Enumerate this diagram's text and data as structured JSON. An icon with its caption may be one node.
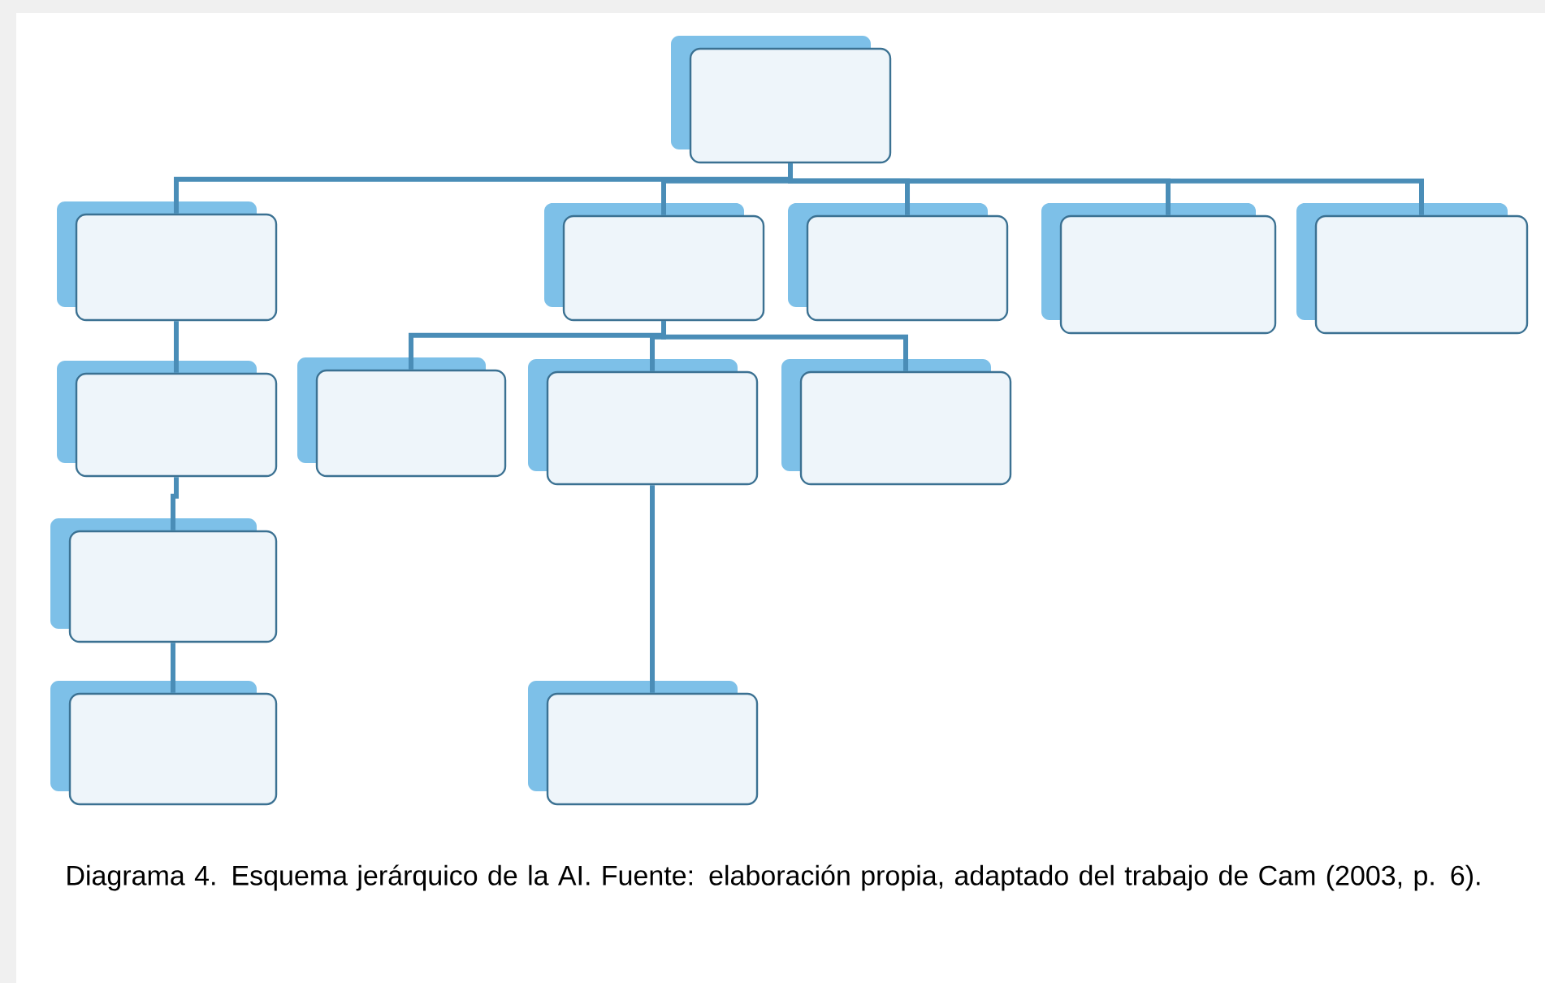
{
  "diagram": {
    "caption": "Diagrama 4. Esquema jerárquico de la AI. Fuente: elaboración propia, adaptado del trabajo de Cam (2003, p. 6).",
    "nodes": [
      {
        "text": [],
        "shape": "box"
      },
      {
        "text": [],
        "shape": "box"
      },
      {
        "text": [],
        "shape": "box"
      },
      {
        "text": [],
        "shape": "box"
      },
      {
        "text": [],
        "shape": "box"
      },
      {
        "text": [],
        "shape": "box"
      },
      {
        "text": [],
        "shape": "box"
      },
      {
        "text": [],
        "shape": "box"
      },
      {
        "text": [],
        "shape": "box"
      },
      {
        "text": [],
        "shape": "box"
      },
      {
        "text": [],
        "shape": "box"
      },
      {
        "text": [],
        "shape": "box"
      },
      {
        "text": [],
        "shape": "box"
      }
    ],
    "edges": [
      {
        "from": 0,
        "to": 1,
        "arrow": "none"
      },
      {
        "from": 0,
        "to": 2,
        "arrow": "none"
      },
      {
        "from": 0,
        "to": 3,
        "arrow": "none"
      },
      {
        "from": 0,
        "to": 4,
        "arrow": "none"
      },
      {
        "from": 0,
        "to": 5,
        "arrow": "none"
      },
      {
        "from": 1,
        "to": 6,
        "arrow": "none"
      },
      {
        "from": 6,
        "to": 10,
        "arrow": "none"
      },
      {
        "from": 10,
        "to": 11,
        "arrow": "none"
      },
      {
        "from": 2,
        "to": 7,
        "arrow": "none"
      },
      {
        "from": 2,
        "to": 8,
        "arrow": "none"
      },
      {
        "from": 2,
        "to": 9,
        "arrow": "none"
      },
      {
        "from": 8,
        "to": 12,
        "arrow": "none"
      }
    ]
  }
}
